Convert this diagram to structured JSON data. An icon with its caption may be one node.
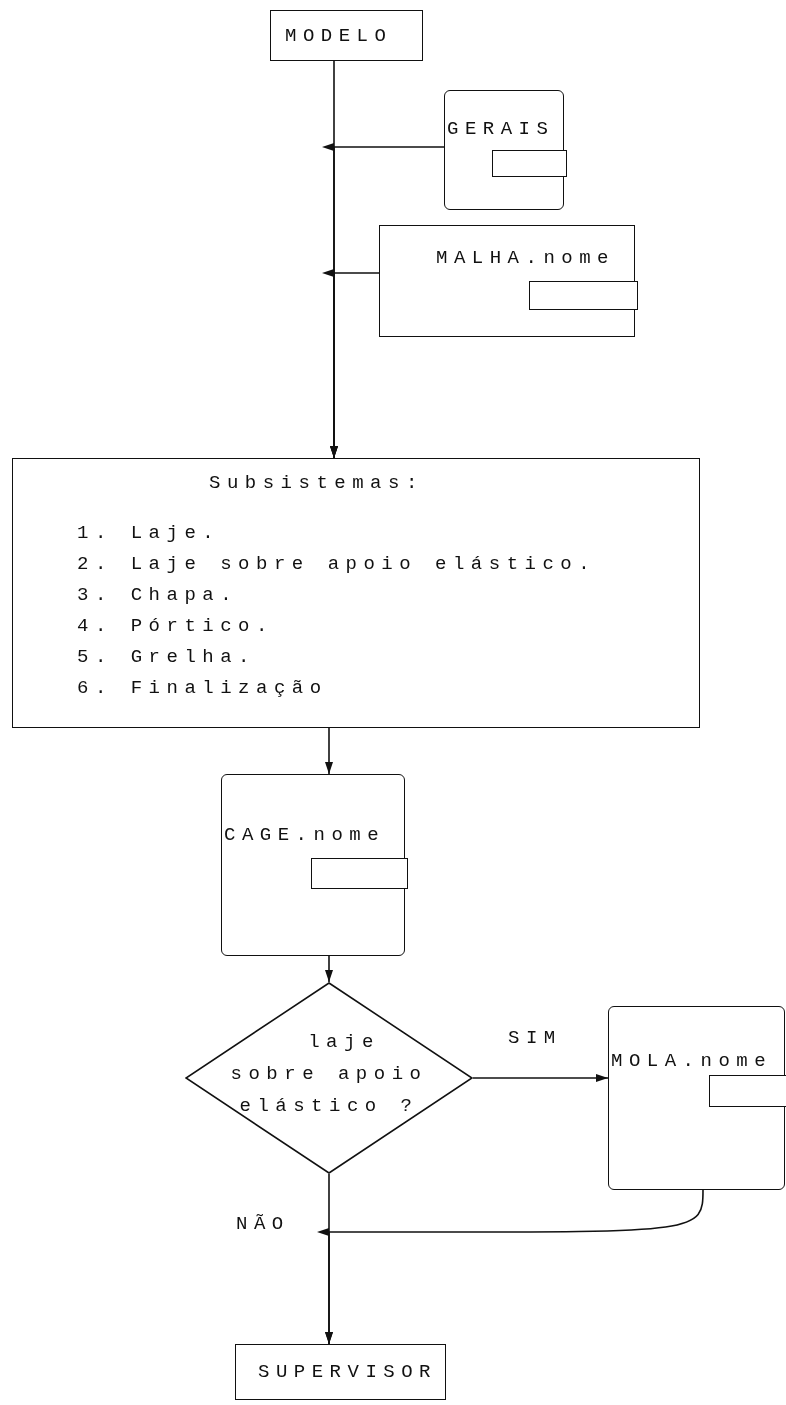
{
  "diagram": {
    "nodes": [
      {
        "text": [
          "MODELO"
        ]
      },
      {
        "text": [
          "GERAIS"
        ]
      },
      {
        "text": [],
        "shape": "box",
        "in": 1
      },
      {
        "text": [
          "MALHA.nome"
        ]
      },
      {
        "text": [],
        "shape": "box",
        "in": 3
      },
      {
        "text": [
          "Subsistemas:",
          "1. Laje.",
          "2. Laje sobre apoio elástico.",
          "3. Chapa.",
          "4. Pórtico.",
          "5. Grelha.",
          "6. Finalização"
        ]
      },
      {
        "text": [
          "CAGE.nome"
        ]
      },
      {
        "text": [],
        "shape": "box",
        "in": 6
      },
      {
        "text": [
          "laje sobre apoio elástico ?"
        ]
      },
      {
        "text": [
          "MOLA.nome"
        ]
      },
      {
        "text": [],
        "shape": "box",
        "in": 9
      },
      {
        "text": [
          "SUPERVISOR"
        ]
      }
    ],
    "edges": [
      {
        "from": 0,
        "to": 5,
        "arrow": "to"
      },
      {
        "from": 1,
        "to": 5,
        "arrow": "to"
      },
      {
        "from": 3,
        "to": 5,
        "arrow": "to"
      },
      {
        "from": 5,
        "to": 6,
        "arrow": "to"
      },
      {
        "from": 6,
        "to": 8,
        "arrow": "to"
      },
      {
        "from": 8,
        "to": 9,
        "arrow": "to",
        "label": "SIM"
      },
      {
        "from": 8,
        "to": 11,
        "arrow": "to",
        "label": "NÃO"
      },
      {
        "from": 9,
        "to": 11,
        "arrow": "to"
      }
    ]
  }
}
